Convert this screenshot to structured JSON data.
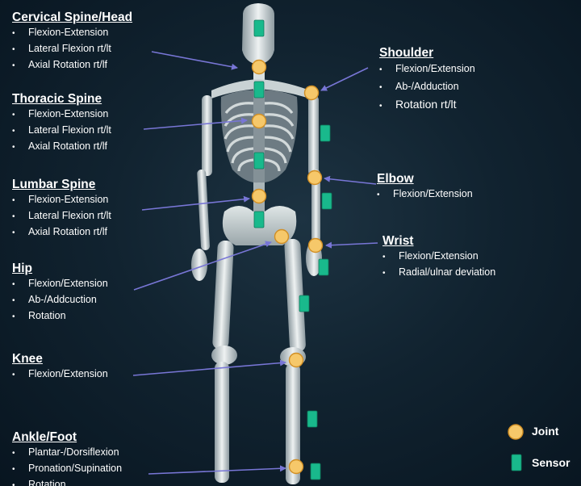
{
  "colors": {
    "joint": "#f6c86a",
    "joint_stroke": "#d18f25",
    "sensor": "#19b98c",
    "arrow": "#7876d6",
    "text": "#ffffff"
  },
  "groups": {
    "cervical": {
      "title": "Cervical Spine/Head",
      "items": [
        "Flexion-Extension",
        "Lateral Flexion rt/lt",
        "Axial Rotation rt/lf"
      ]
    },
    "thoracic": {
      "title": "Thoracic Spine",
      "items": [
        "Flexion-Extension",
        "Lateral Flexion rt/lt",
        "Axial Rotation rt/lf"
      ]
    },
    "lumbar": {
      "title": "Lumbar Spine",
      "items": [
        "Flexion-Extension",
        "Lateral Flexion rt/lt",
        "Axial Rotation rt/lf"
      ]
    },
    "hip": {
      "title": "Hip",
      "items": [
        "Flexion/Extension",
        "Ab-/Addcuction",
        "Rotation"
      ]
    },
    "knee": {
      "title": "Knee",
      "items": [
        "Flexion/Extension"
      ]
    },
    "ankle": {
      "title": "Ankle/Foot",
      "items": [
        "Plantar-/Dorsiflexion",
        "Pronation/Supination",
        "Rotation"
      ]
    },
    "shoulder": {
      "title": "Shoulder",
      "items": [
        "Flexion/Extension",
        "Ab-/Adduction",
        "Rotation rt/lt"
      ]
    },
    "elbow": {
      "title": "Elbow",
      "items": [
        "Flexion/Extension"
      ]
    },
    "wrist": {
      "title": "Wrist",
      "items": [
        "Flexion/Extension",
        "Radial/ulnar deviation"
      ]
    }
  },
  "legend": {
    "joint": "Joint",
    "sensor": "Sensor"
  }
}
